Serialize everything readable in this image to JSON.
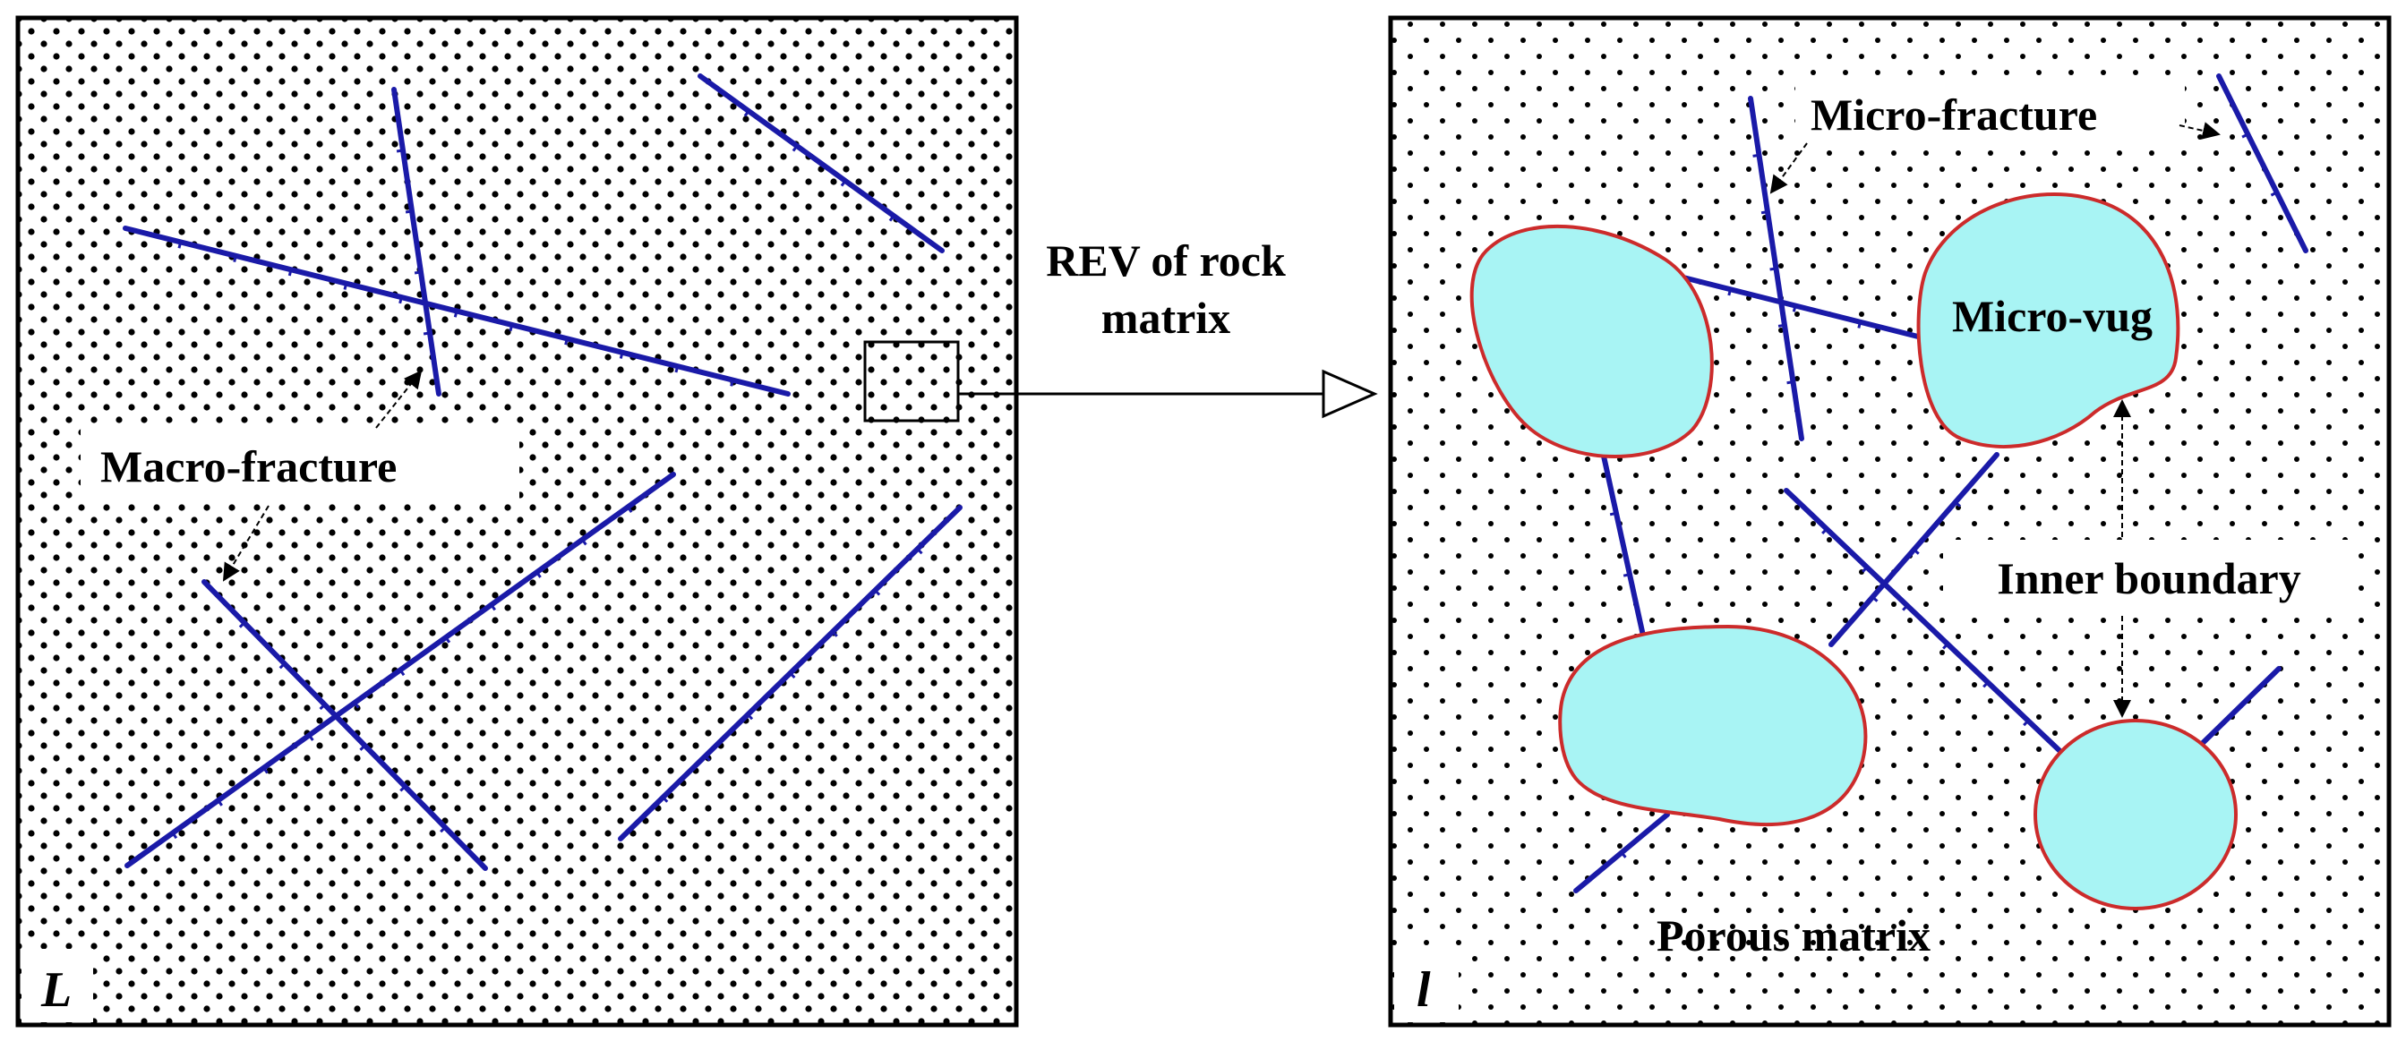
{
  "colors": {
    "fracture": "#1a1aa8",
    "vug_fill": "#a8f4f4",
    "vug_stroke": "#cc2b2b",
    "dot": "#000000",
    "frame": "#000000"
  },
  "left_panel": {
    "corner_label": "L",
    "macro_fracture_label": "Macro-fracture"
  },
  "arrow": {
    "label_line1": "REV of rock",
    "label_line2": "matrix"
  },
  "right_panel": {
    "corner_label": "l",
    "micro_fracture_label": "Micro-fracture",
    "micro_vug_label": "Micro-vug",
    "inner_boundary_label": "Inner boundary",
    "porous_matrix_label": "Porous matrix"
  }
}
